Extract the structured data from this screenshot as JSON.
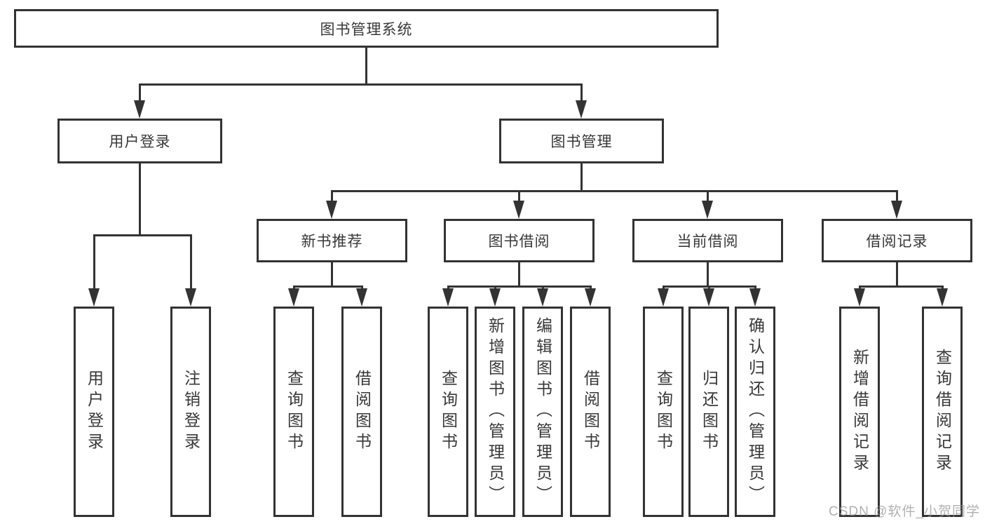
{
  "page": {
    "background": "#ffffff",
    "line_color": "#333333",
    "text_color": "#383838"
  },
  "watermark": {
    "text": "CSDN @软件_小贺同学"
  },
  "tree": {
    "root": "图书管理系统",
    "branches": [
      {
        "label": "用户登录",
        "children": [
          "用户登录",
          "注销登录"
        ]
      },
      {
        "label": "图书管理",
        "groups": [
          {
            "label": "新书推荐",
            "children": [
              "查询图书",
              "借阅图书"
            ]
          },
          {
            "label": "图书借阅",
            "children": [
              "查询图书",
              "新增图书（管理员）",
              "编辑图书（管理员）",
              "借阅图书"
            ]
          },
          {
            "label": "当前借阅",
            "children": [
              "查询图书",
              "归还图书",
              "确认归还（管理员）"
            ]
          },
          {
            "label": "借阅记录",
            "children": [
              "新增借阅记录",
              "查询借阅记录"
            ]
          }
        ]
      }
    ]
  }
}
